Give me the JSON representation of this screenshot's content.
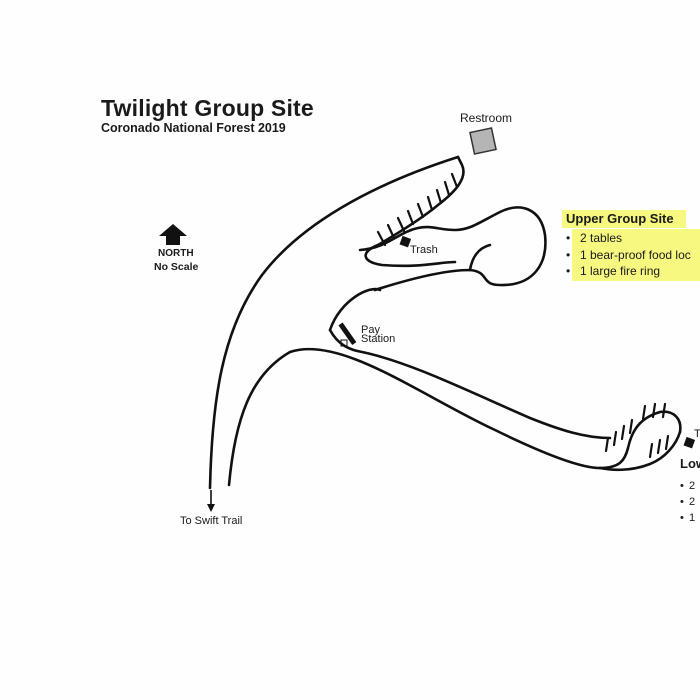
{
  "map": {
    "title": "Twilight Group Site",
    "subtitle": "Coronado National Forest 2019",
    "north_label": "NORTH",
    "scale_label": "No Scale",
    "highlight_color": "#f5f76a",
    "ink_color": "#111111"
  },
  "landmarks": {
    "restroom": "Restroom",
    "trash": "Trash",
    "pay_station_line1": "Pay",
    "pay_station_line2": "Station",
    "road_destination": "To Swift Trail",
    "lower_cutoff_label": "T"
  },
  "upper_group_site": {
    "heading": "Upper Group Site",
    "items": [
      "2 tables",
      "1 bear-proof food loc",
      "1 large fire ring"
    ]
  },
  "lower_group_site": {
    "heading": "Low",
    "items": [
      "2",
      "2",
      "1"
    ]
  },
  "icons": {
    "north_arrow": "north-arrow-icon",
    "restroom": "restroom-icon",
    "trash": "trash-icon",
    "pay_station": "pay-station-icon",
    "road_arrow": "arrow-down-icon"
  }
}
